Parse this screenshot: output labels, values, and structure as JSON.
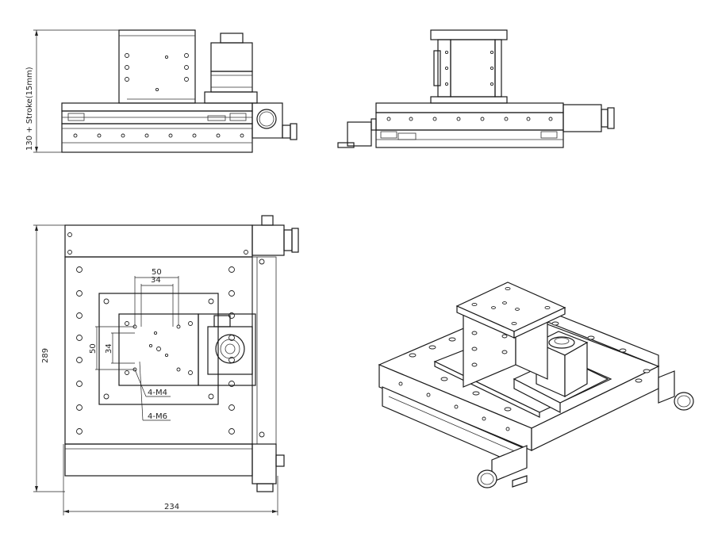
{
  "labels": {
    "height_dim": "130 + Stroke(15mm)",
    "plan_height": "289",
    "plan_width": "234",
    "dim_50_top": "50",
    "dim_34_top": "34",
    "dim_50_side": "50",
    "dim_34_side": "34",
    "callout_m4": "4-M4",
    "callout_m6": "4-M6"
  }
}
